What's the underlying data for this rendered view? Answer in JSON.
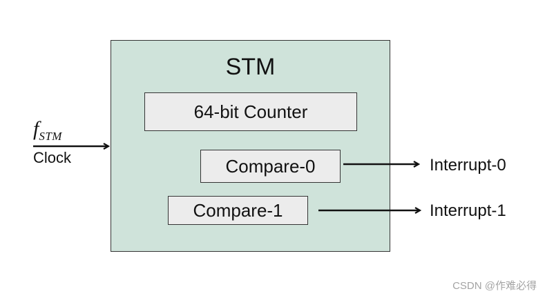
{
  "block": {
    "title": "STM"
  },
  "components": {
    "counter": "64-bit Counter",
    "compare0": "Compare-0",
    "compare1": "Compare-1"
  },
  "inputs": {
    "symbol": "f",
    "subscript": "STM",
    "label": "Clock"
  },
  "outputs": {
    "interrupt0": "Interrupt-0",
    "interrupt1": "Interrupt-1"
  },
  "watermark": "CSDN @作难必得",
  "colors": {
    "block_fill": "#cfe3da",
    "box_fill": "#ececec",
    "stroke": "#111111"
  }
}
